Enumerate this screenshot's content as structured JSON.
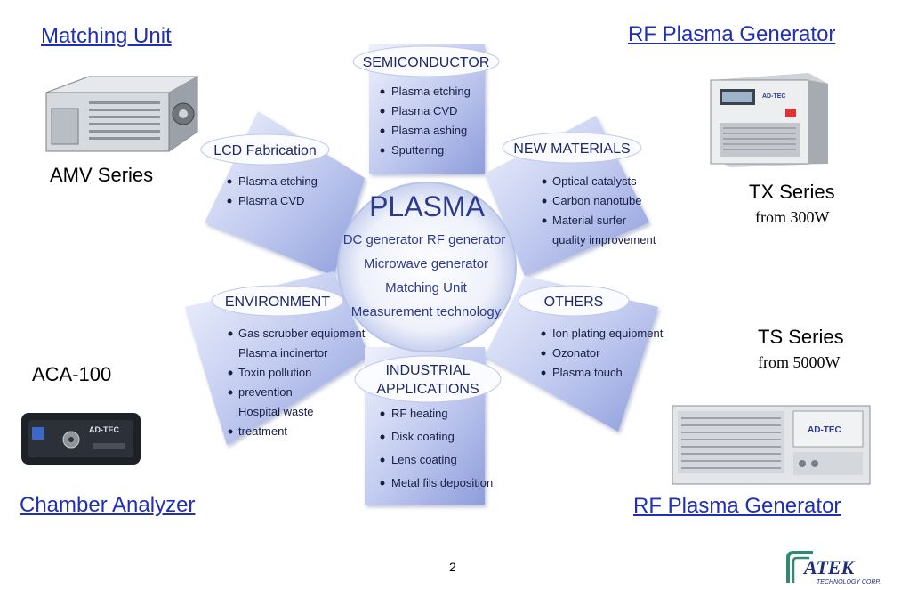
{
  "links": {
    "matching_unit": "Matching Unit",
    "rf_plasma_generator_top": "RF Plasma Generator",
    "chamber_analyzer": "Chamber Analyzer",
    "rf_plasma_generator_bottom": "RF Plasma Generator"
  },
  "products": {
    "amv": "AMV Series",
    "tx": "TX Series",
    "tx_range": "from 300W",
    "ts": "TS Series",
    "ts_range": "from 5000W",
    "aca": "ACA-100",
    "device_brand": "AD-TEC"
  },
  "diagram": {
    "center": {
      "title": "PLASMA",
      "lines": [
        "DC generator  RF generator",
        "Microwave generator",
        "Matching Unit",
        "Measurement technology"
      ]
    },
    "semiconductor": {
      "title": "SEMICONDUCTOR",
      "items": [
        "Plasma etching",
        "Plasma CVD",
        "Plasma ashing",
        "Sputtering"
      ]
    },
    "lcd": {
      "title": "LCD Fabrication",
      "items": [
        "Plasma etching",
        "Plasma CVD"
      ]
    },
    "new_materials": {
      "title": "NEW MATERIALS",
      "items": [
        "Optical catalysts",
        "Carbon nanotube",
        "Material surfer",
        "quality improvement"
      ]
    },
    "environment": {
      "title": "ENVIRONMENT",
      "items": [
        "Gas scrubber equipment",
        "Plasma incinertor",
        "Toxin pollution",
        "prevention",
        "Hospital waste",
        "treatment"
      ]
    },
    "others": {
      "title": "OTHERS",
      "items": [
        "Ion plating equipment",
        "Ozonator",
        "Plasma touch"
      ]
    },
    "industrial": {
      "title_lines": [
        "INDUSTRIAL",
        "APPLICATIONS"
      ],
      "items": [
        "RF heating",
        "Disk coating",
        "Lens coating",
        "Metal fils deposition"
      ]
    }
  },
  "footer": {
    "page_number": "2",
    "logo_main": "ATEK",
    "logo_sub": "TECHNOLOGY CORP."
  },
  "colors": {
    "link": "#1f2fb8",
    "petal_light": "#e6ebfb",
    "petal_dark": "#9aa8e2",
    "logo_green": "#2e8b6e",
    "logo_navy": "#1e2f7a"
  }
}
